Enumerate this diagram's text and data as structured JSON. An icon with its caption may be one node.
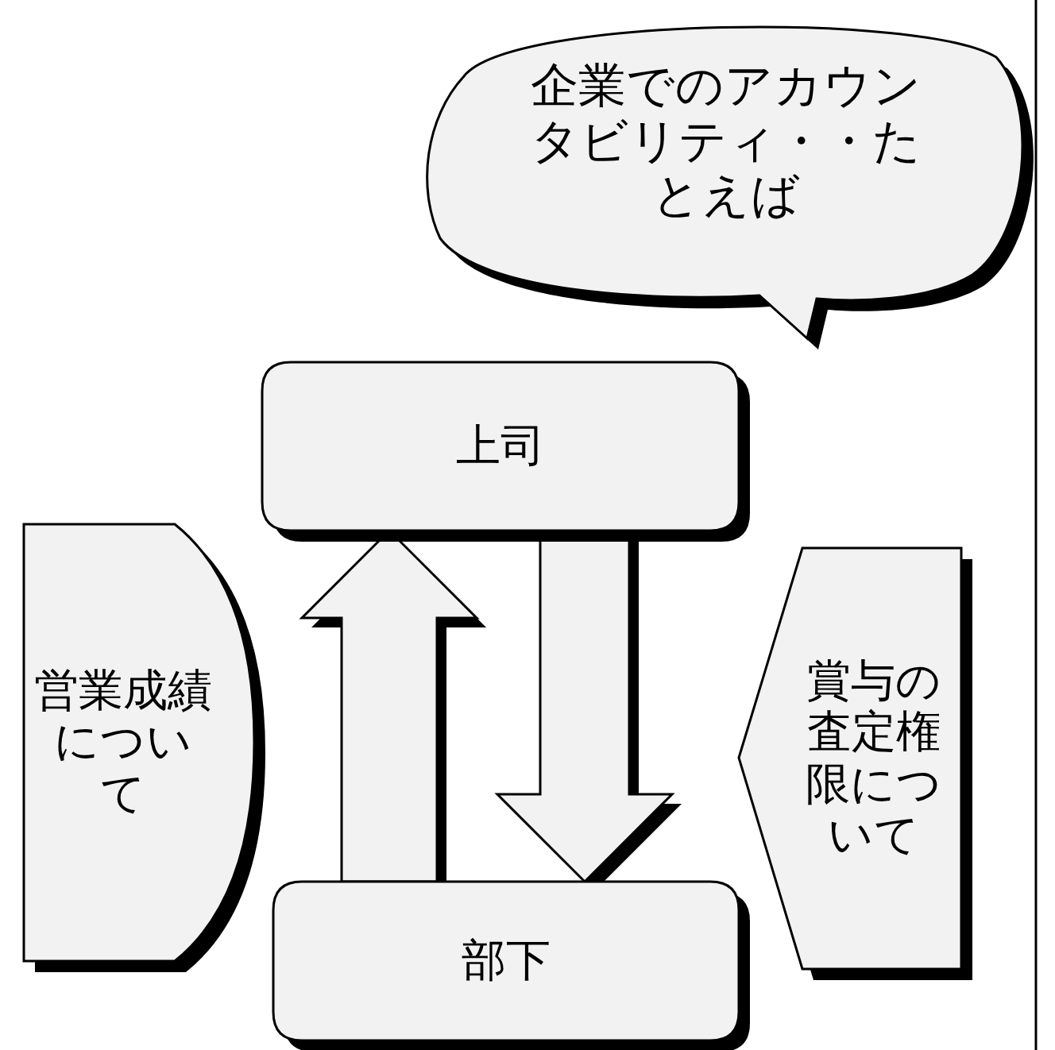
{
  "diagram": {
    "nodes": [
      {
        "text": [
          "企業でのアカウンタビリティ・・たとえば"
        ]
      },
      {
        "text": [
          "上司"
        ]
      },
      {
        "text": [
          "営業成績について"
        ]
      },
      {
        "text": [
          "賞与の査定権限について"
        ]
      },
      {
        "text": [
          "部下"
        ]
      }
    ],
    "edges": [
      {
        "from": 4,
        "to": 1,
        "arrow": "to"
      },
      {
        "from": 1,
        "to": 4,
        "arrow": "to"
      }
    ]
  }
}
